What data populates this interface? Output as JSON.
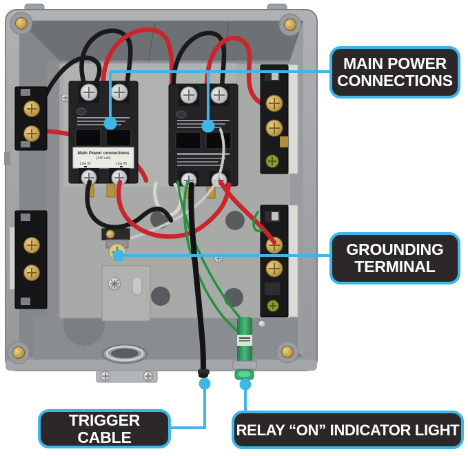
{
  "colors": {
    "accent_cyan": "#3eb6e6",
    "callout_background": "#2c2829",
    "callout_text": "#ffffff",
    "enclosure_gray": "#a2a6a9",
    "wire_red": "#c9252b",
    "wire_black": "#1a1a1c",
    "wire_green": "#22923d",
    "indicator_green": "#2fae66"
  },
  "callouts": {
    "main_power": {
      "line1": "MAIN POWER",
      "line2": "CONNECTIONS"
    },
    "grounding": {
      "line1": "GROUNDING",
      "line2": "TERMINAL"
    },
    "trigger": {
      "label": "TRIGGER CABLE"
    },
    "relay": {
      "label": "RELAY “ON” INDICATOR LIGHT"
    }
  },
  "photo": {
    "contactor_label": {
      "title": "Main Power connections",
      "subtitle": "(240 volt)",
      "line1": "Line #1",
      "line2": "Line #2"
    }
  }
}
